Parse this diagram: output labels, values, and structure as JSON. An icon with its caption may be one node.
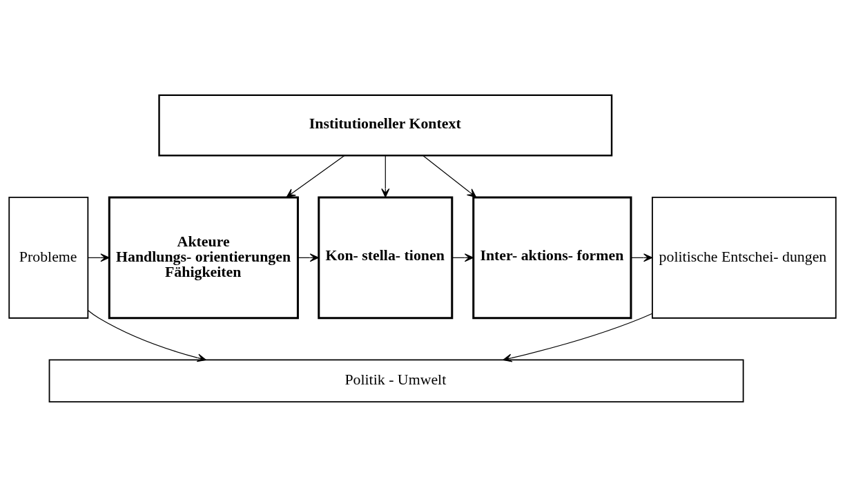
{
  "diagram": {
    "nodes": [
      {
        "text": [
          "Institutioneller Kontext"
        ]
      },
      {
        "text": [
          "Probleme"
        ]
      },
      {
        "text": [
          "Akteure",
          "Handlungs- orientierungen",
          "Fähigkeiten"
        ]
      },
      {
        "text": [
          "Kon- stella- tionen"
        ]
      },
      {
        "text": [
          "Inter- aktions- formen"
        ]
      },
      {
        "text": [
          "politische Entschei- dungen"
        ]
      },
      {
        "text": [
          "Politik - Umwelt"
        ]
      }
    ],
    "edges": [
      {
        "from": 0,
        "to": 2,
        "arrow": "to"
      },
      {
        "from": 0,
        "to": 3,
        "arrow": "to"
      },
      {
        "from": 0,
        "to": 4,
        "arrow": "to"
      },
      {
        "from": 1,
        "to": 2,
        "arrow": "to"
      },
      {
        "from": 2,
        "to": 3,
        "arrow": "to"
      },
      {
        "from": 3,
        "to": 4,
        "arrow": "to"
      },
      {
        "from": 4,
        "to": 5,
        "arrow": "to"
      },
      {
        "from": 1,
        "to": 6,
        "arrow": "to"
      },
      {
        "from": 5,
        "to": 6,
        "arrow": "to"
      }
    ]
  }
}
